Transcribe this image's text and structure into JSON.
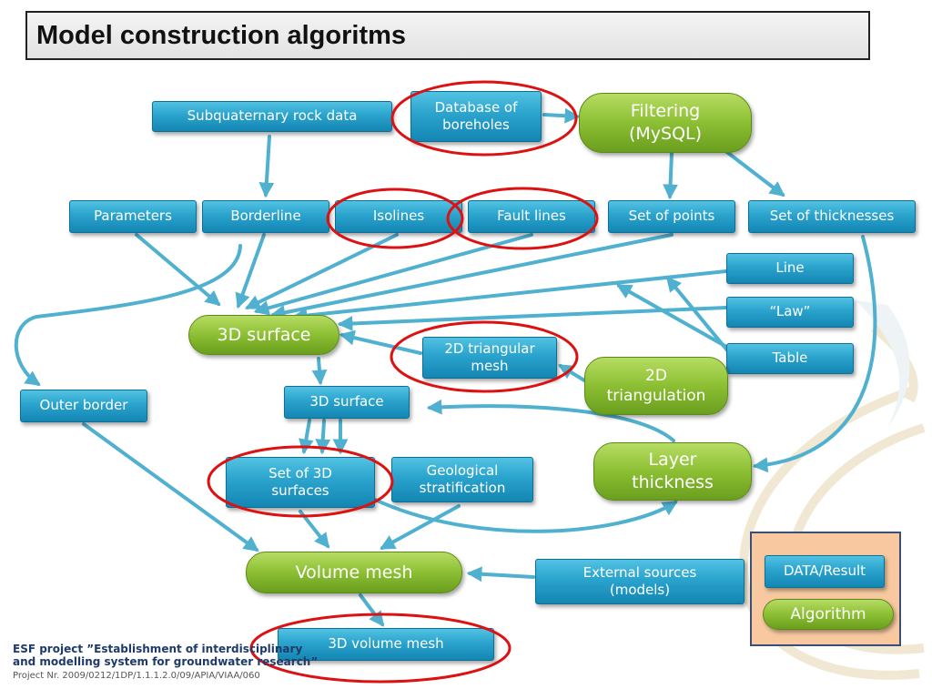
{
  "title": "Model construction algoritms",
  "nodes": {
    "subquaternary_rock_data": "Subquaternary rock data",
    "database_of_boreholes": "Database of\nboreholes",
    "filtering_mysql": "Filtering\n(MySQL)",
    "parameters": "Parameters",
    "borderline": "Borderline",
    "isolines": "Isolines",
    "fault_lines": "Fault lines",
    "set_of_points": "Set of points",
    "set_of_thicknesses": "Set of thicknesses",
    "line": "Line",
    "law": "“Law”",
    "table": "Table",
    "surface_3d_algorithm": "3D surface",
    "triangular_mesh_2d": "2D triangular\nmesh",
    "triangulation_2d": "2D\ntriangulation",
    "outer_border": "Outer border",
    "surface_3d_data": "3D surface",
    "layer_thickness": "Layer\nthickness",
    "set_of_3d_surfaces": "Set  of 3D\nsurfaces",
    "geological_stratification": "Geological\nstratification",
    "volume_mesh": "Volume mesh",
    "external_sources": "External sources\n(models)",
    "volume_mesh_3d": "3D volume mesh"
  },
  "legend": {
    "data_result": "DATA/Result",
    "algorithm": "Algorithm"
  },
  "footer": {
    "line1": "ESF project ”Establishment of interdisciplinary",
    "line2": "and modelling system for groundwater research”",
    "line3": "Project Nr. 2009/0212/1DP/1.1.1.2.0/09/APIA/VIAA/060"
  },
  "colors": {
    "data_box": "#2aa3cd",
    "algorithm_box": "#8cbf33",
    "arrow": "#4fb0cf",
    "highlight_ellipse": "#dd1111",
    "legend_background": "#f8c9a0"
  }
}
